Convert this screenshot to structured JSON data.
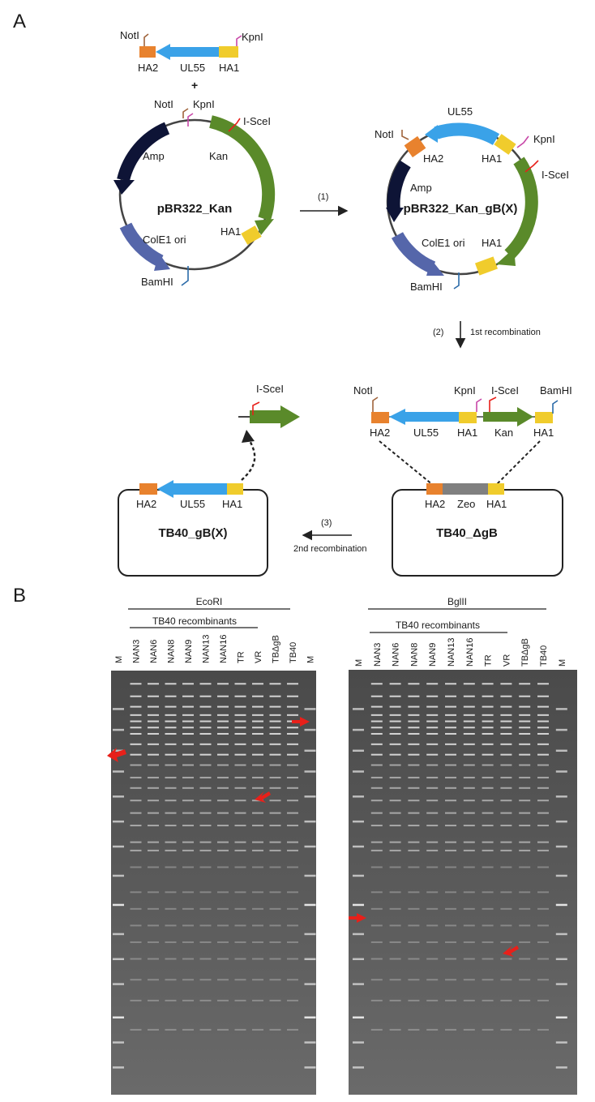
{
  "panel_a": {
    "letter": "A",
    "insert": {
      "notI": "NotI",
      "kpnI": "KpnI",
      "ha2": "HA2",
      "ul55": "UL55",
      "ha1": "HA1",
      "plus": "+"
    },
    "plasmid_1": {
      "name": "pBR322_Kan",
      "notI": "NotI",
      "kpnI": "KpnI",
      "isceI": "I-SceI",
      "amp": "Amp",
      "kan": "Kan",
      "ha1": "HA1",
      "colE1": "ColE1 ori",
      "bamHI": "BamHI"
    },
    "step_1": "(1)",
    "plasmid_2": {
      "name": "pBR322_Kan_gB(X)",
      "ul55": "UL55",
      "notI": "NotI",
      "kpnI": "KpnI",
      "ha2": "HA2",
      "ha1_top": "HA1",
      "isceI": "I-SceI",
      "amp": "Amp",
      "colE1": "ColE1 ori",
      "ha1_bottom": "HA1",
      "bamHI": "BamHI"
    },
    "step_2_num": "(2)",
    "step_2_label": "1st recombination",
    "linear_cassette": {
      "notI": "NotI",
      "kpnI": "KpnI",
      "isceI": "I-SceI",
      "bamHI": "BamHI",
      "ha2": "HA2",
      "ul55": "UL55",
      "ha1_a": "HA1",
      "kan": "Kan",
      "ha1_b": "HA1"
    },
    "excised": {
      "isceI": "I-SceI"
    },
    "tb40_gbx": {
      "name": "TB40_gB(X)",
      "ha2": "HA2",
      "ul55": "UL55",
      "ha1": "HA1"
    },
    "tb40_dgb": {
      "name": "TB40_ΔgB",
      "ha2": "HA2",
      "zeo": "Zeo",
      "ha1": "HA1"
    },
    "step_3_num": "(3)",
    "step_3_label": "2nd recombination"
  },
  "panel_b": {
    "letter": "B",
    "gels": [
      {
        "enzyme": "EcoRI",
        "group_label": "TB40 recombinants",
        "lanes": [
          "M",
          "NAN3",
          "NAN6",
          "NAN8",
          "NAN9",
          "NAN13",
          "NAN16",
          "TR",
          "VR",
          "TBΔgB",
          "TB40",
          "M"
        ]
      },
      {
        "enzyme": "BglII",
        "group_label": "TB40 recombinants",
        "lanes": [
          "M",
          "NAN3",
          "NAN6",
          "NAN8",
          "NAN9",
          "NAN13",
          "NAN16",
          "TR",
          "VR",
          "TBΔgB",
          "TB40",
          "M"
        ]
      }
    ]
  },
  "colors": {
    "orange": "#e8822e",
    "yellow": "#f0cc2c",
    "blue": "#3aa2e8",
    "green": "#5a8a2a",
    "navy": "#0e1436",
    "slate": "#5566aa",
    "red_arrow": "#e8201a",
    "gel_bg": "#565656"
  }
}
